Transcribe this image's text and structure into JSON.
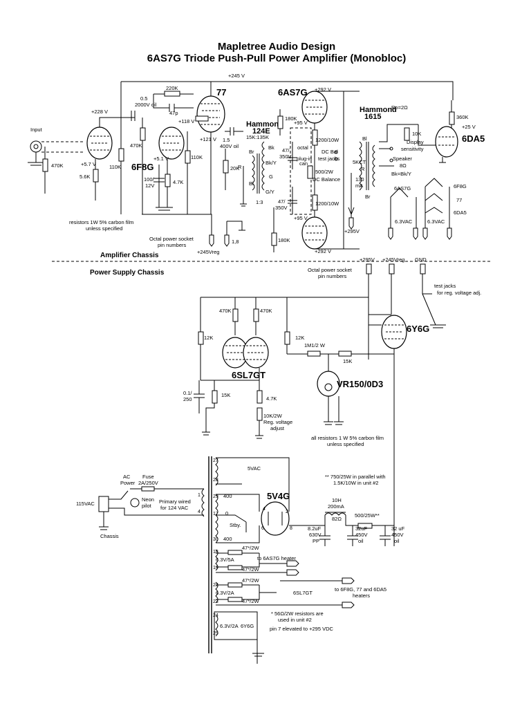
{
  "title": "Mapletree Audio Design",
  "subtitle": "6AS7G Triode Push-Pull Power Amplifier (Monobloc)",
  "sections": {
    "amplifier": "Amplifier Chassis",
    "power_supply": "Power Supply Chassis"
  },
  "tubes": {
    "t77": "77",
    "t6as7g": "6AS7G",
    "t6f8g": "6F8G",
    "t6da5": "6DA5",
    "t6sl7gt": "6SL7GT",
    "t6y6g": "6Y6G",
    "tvr150": "VR150/0D3",
    "t5v4g": "5V4G"
  },
  "labels": {
    "input": "Input",
    "v245": "+245 V",
    "v228": "+228 V",
    "v292a": "+292 V",
    "v292b": "+292 V",
    "v118": "+118 V",
    "v121": "+121 V",
    "v5p7": "+5.7 V",
    "v5p1": "+5.1 V",
    "v25": "+25 V",
    "v95a": "+95 V",
    "v95b": "+95 V",
    "v295": "+295V",
    "v245reg": "+245Vreg",
    "v295ps": "+295V",
    "v245regps": "+245Vreg",
    "gnd": "GND",
    "r220k": "220K",
    "c47p": "47p",
    "c05": "0.5",
    "c05v": "2000V oil",
    "r470k_in": "470K",
    "r5p6k": "5.6K",
    "r110k_a": "110K",
    "r470k_b": "470K",
    "c100": "100/",
    "c100v": "12V",
    "r4p7k": "4.7K",
    "r110k_b": "110K",
    "c1p5": "1.5",
    "c1p5v": "400V oil",
    "r20k": "20K",
    "hammond124": "Hammond",
    "hammond124m": "124E",
    "hammond124r": "15K:135K",
    "ratio": "1:3",
    "bk": "Bk",
    "bky": "Bk/Y",
    "g": "G",
    "gy": "G/Y",
    "bl": "Bl",
    "br": "Br",
    "r": "R",
    "r180k_a": "180K",
    "c47_350": "47/",
    "c47_350v": "350V",
    "octal": "octal",
    "plugin": "plug-in",
    "can": "can",
    "r1200_a": "1200/10W",
    "r500": "500/2W",
    "dcbal": "DC Balance",
    "dcbaltj": "DC Bal",
    "testjacks": "test jacks",
    "r1200_b": "1200/10W",
    "c47_350b": "47/",
    "c47_350bv": "350V",
    "r180k_b": "180K",
    "hammond1615": "Hammond",
    "hammond1615m": "1615",
    "bl2": "Bl",
    "br2": "Br",
    "r2": "R",
    "kct": "5KCT",
    "ma130": "130",
    "ma": "mA",
    "ro": "Ro=2Ω",
    "r10k": "10K",
    "display": "Display",
    "sensitivity": "sensitivity",
    "speaker": "Speaker",
    "speaker8": "8Ω",
    "bkbky": "Bk=Bk/Y",
    "r360k": "360K",
    "h6as7g": "6AS7G",
    "h6f8g": "6F8G",
    "h77": "77",
    "h6da5": "6DA5",
    "h63vac_a": "6.3VAC",
    "h63vac_b": "6.3VAC",
    "resnote1": "resistors 1W 5% carbon film",
    "resnote2": "unless specified",
    "octnote1": "Octal power socket",
    "octnote2": "pin numbers",
    "octps1": "Octal power socket",
    "octps2": "pin numbers",
    "testjack_a": "test jacks",
    "testjack_b": "for reg. voltage adj.",
    "r470k_c": "470K",
    "r470k_d": "470K",
    "r12k_a": "12K",
    "r12k_b": "12K",
    "r1m": "1M1/2 W",
    "r15k_a": "15K",
    "c01": "0.1/",
    "c01v": "250",
    "r15k_b": "15K",
    "r4p7k_b": "4.7K",
    "r10k2w": "10K/2W",
    "regv1": "Reg. voltage",
    "regv2": "adjust",
    "psnote1": "all resistors 1 W 5% carbon film",
    "psnote2": "unless specified",
    "acpower1": "AC",
    "acpower2": "Power",
    "fuse1": "Fuse",
    "fuse2": "2A/250V",
    "neon1": "Neon",
    "neon2": "pilot",
    "v115": "115VAC",
    "chassis": "Chassis",
    "primary1": "Primary wired",
    "primary2": "for 124 VAC",
    "vac5": "5VAC",
    "stby": "Stby.",
    "p400a": "400",
    "p400b": "400",
    "p0": "0",
    "note750a": "** 750/25W in parallel with",
    "note750b": "1.5K/10W in unit #2",
    "l10h": "10H",
    "l200ma": "200mA",
    "l82": "82Ω",
    "r500_25": "500/25W**",
    "c8uf": "8.2uF",
    "c8ufv": "630V",
    "c8ufpp": "PP",
    "c32a": "32uF",
    "c32av": "450V",
    "c32aoil": "oil",
    "c32b": "32 uF",
    "c32bv": "450V",
    "c32boil": "oil",
    "h63_5a": "6.3V/5A",
    "h63_2a": "6.3V/2A",
    "h63_2a_b": "6.3V/2A",
    "r47a": "47*/2W",
    "r47b": "47*/2W",
    "r47c": "47*/2W",
    "r47d": "47*/2W",
    "to6as7g": "to 6AS7G heater",
    "to6f8g1": "to 6F8G, 77 and 6DA5",
    "to6f8g2": "heaters",
    "sl7gt": "6SL7GT",
    "y6g": "6Y6G",
    "note56a": "* 56Ω/2W resistors are",
    "note56b": "used in unit #2",
    "pin7": "pin 7 elevated to +295 VDC"
  }
}
